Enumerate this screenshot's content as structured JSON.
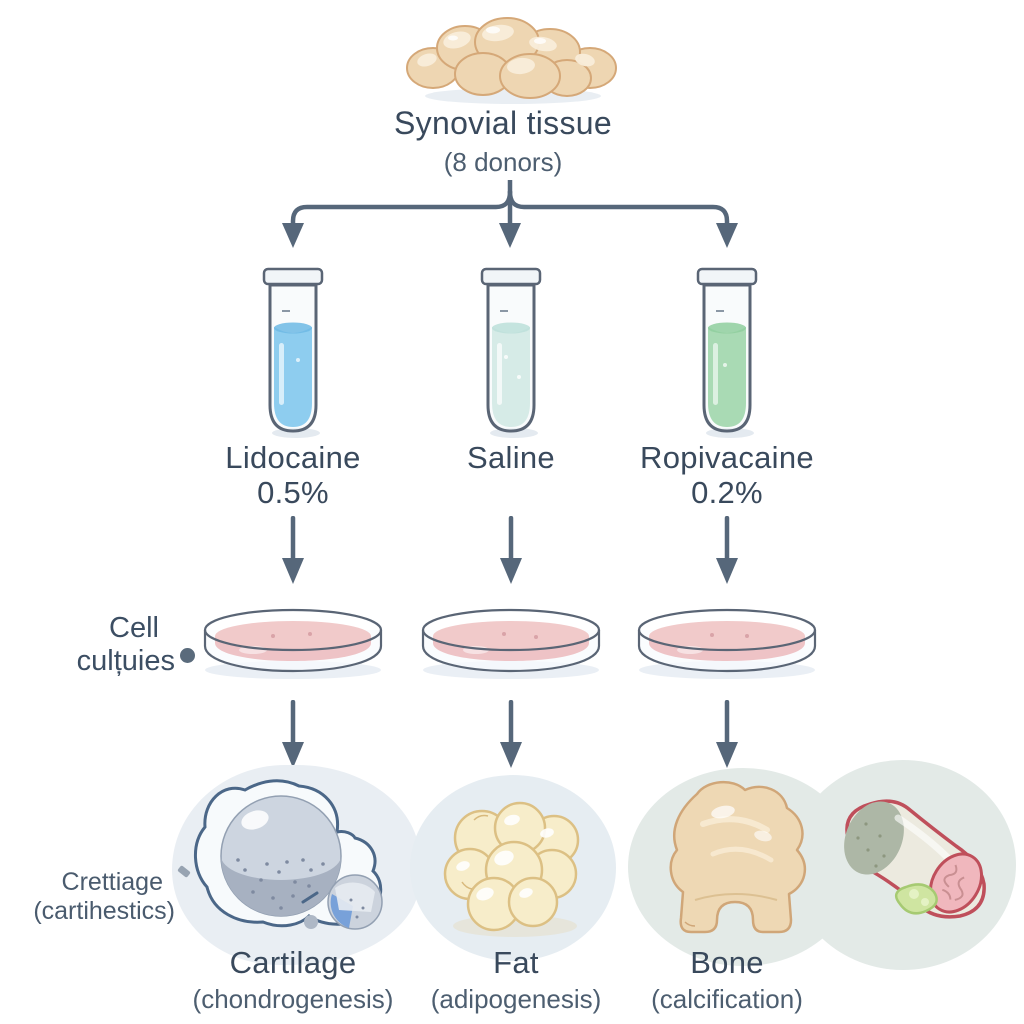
{
  "diagram": {
    "background_color": "#ffffff",
    "text_color": "#39495c",
    "arrow_color": "#56677a",
    "source": {
      "title": "Synovial tissue",
      "subtitle": "(8 donors)",
      "illustration": "synovial-tissue-clumps-icon"
    },
    "columns": [
      {
        "treatment": "Lidocaine",
        "concentration": "0.5%",
        "tube_illustration": "test-tube-icon",
        "tube_liquid_color": "#8ecdef",
        "tube_liquid_deep": "#6db9e4",
        "outcome": "Cartilage",
        "process": "(chondrogenesis)",
        "outcome_illustration": "cartilage-cell-icon"
      },
      {
        "treatment": "Saline",
        "concentration": "",
        "tube_illustration": "test-tube-icon",
        "tube_liquid_color": "#d6ebe7",
        "tube_liquid_deep": "#bcdfd9",
        "outcome": "Fat",
        "process": "(adipogenesis)",
        "outcome_illustration": "fat-cell-cluster-icon"
      },
      {
        "treatment": "Ropivacaine",
        "concentration": "0.2%",
        "tube_illustration": "test-tube-icon",
        "tube_liquid_color": "#a9dab4",
        "tube_liquid_deep": "#8fce9d",
        "outcome": "Bone",
        "process": "(calcification)",
        "outcome_illustration": "bone-pieces-icon"
      }
    ],
    "culture_label": {
      "line1": "Cell",
      "line2": "culțuies"
    },
    "side_note": {
      "line1": "Crettiage",
      "line2": "(cartihestics)"
    },
    "petri": {
      "illustration": "petri-dish-icon",
      "media_color": "#f1caca"
    }
  }
}
